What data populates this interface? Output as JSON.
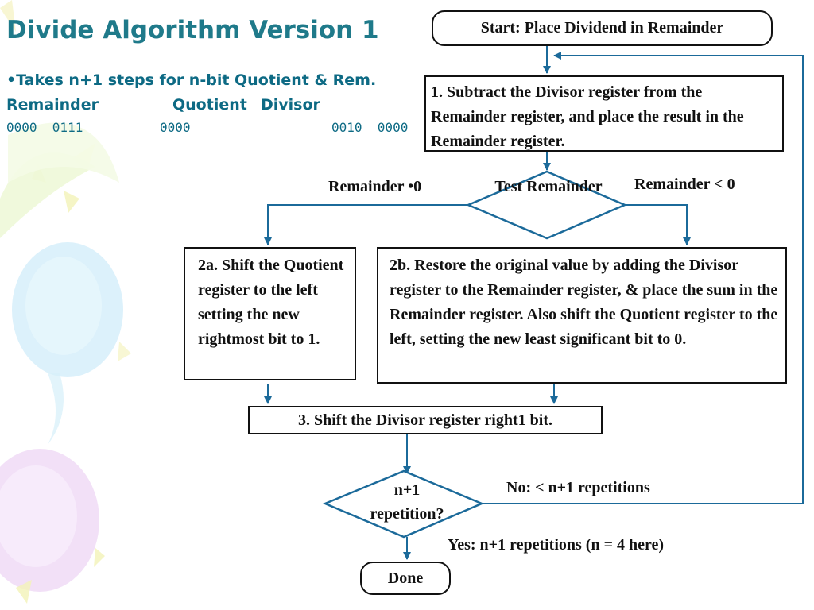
{
  "title": "Divide Algorithm Version 1",
  "bullet": "•Takes n+1 steps for n-bit Quotient & Rem.",
  "register_table": {
    "headers": [
      "Remainder",
      "Quotient",
      "Divisor"
    ],
    "values": [
      "0000  0111",
      "0000",
      "0010  0000"
    ]
  },
  "flowchart": {
    "start": "Start: Place Dividend in Remainder",
    "step1": "1. Subtract the Divisor register from the Remainder register, and place the result in the Remainder register.",
    "test": "Test Remainder",
    "branch_ge": "Remainder •0",
    "branch_lt": "Remainder < 0",
    "step2a": "2a. Shift the Quotient register to the left setting the new rightmost bit to 1.",
    "step2b": "2b. Restore the original value by adding the Divisor register to the Remainder register, & place the sum in the Remainder register. Also shift the Quotient register to the left, setting the new least significant bit to 0.",
    "step3": "3. Shift the Divisor register right1 bit.",
    "repeat": "n+1 repetition?",
    "no_label": "No: < n+1 repetitions",
    "yes_label": "Yes: n+1 repetitions (n = 4 here)",
    "done": "Done"
  },
  "colors": {
    "title": "#1f7a8a",
    "text_blue": "#0d6a84",
    "arrow": "#1b6a9a"
  }
}
